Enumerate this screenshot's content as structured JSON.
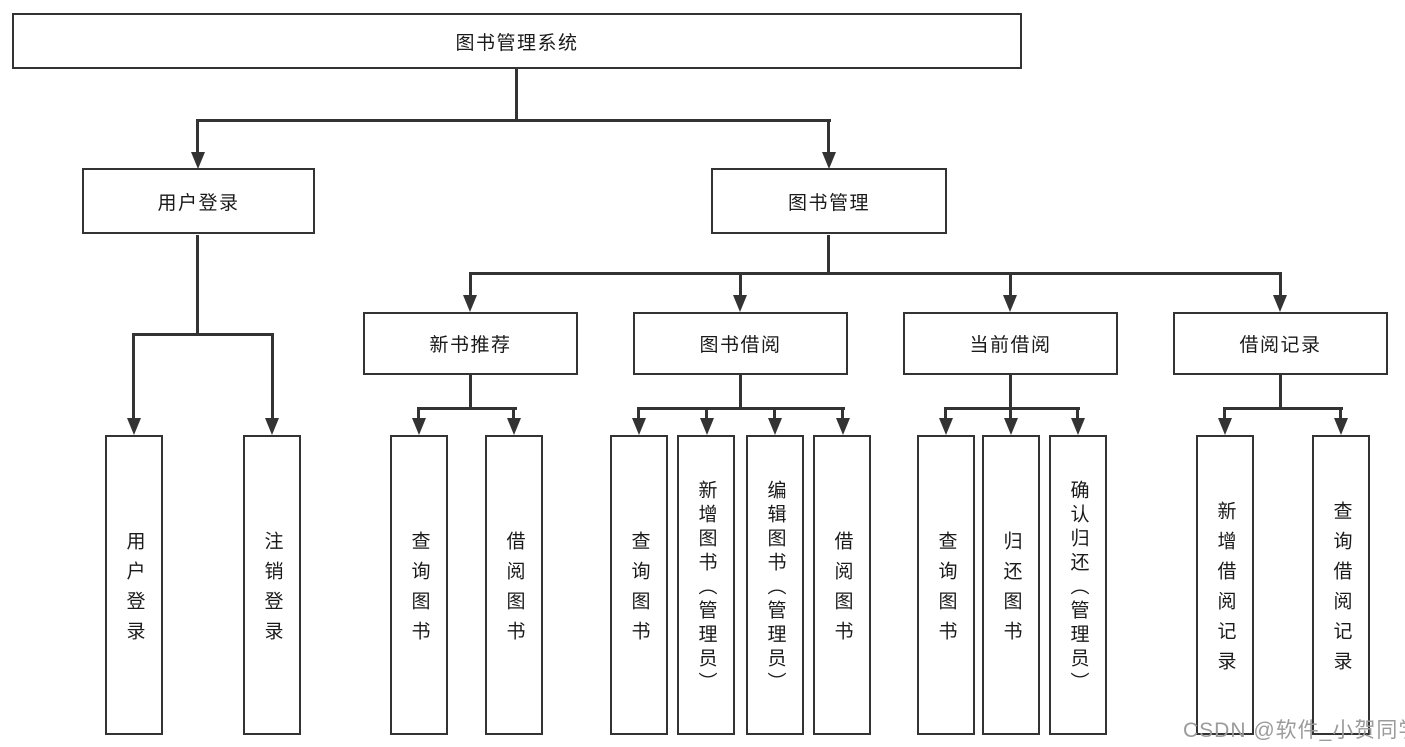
{
  "diagram": {
    "root": {
      "label": "图书管理系统"
    },
    "branches": [
      {
        "label": "用户登录",
        "children": [
          {
            "label": "用户登录"
          },
          {
            "label": "注销登录"
          }
        ]
      },
      {
        "label": "图书管理",
        "children": [
          {
            "label": "新书推荐",
            "children": [
              {
                "label": "查询图书"
              },
              {
                "label": "借阅图书"
              }
            ]
          },
          {
            "label": "图书借阅",
            "children": [
              {
                "label": "查询图书"
              },
              {
                "label": "新增图书（管理员）"
              },
              {
                "label": "编辑图书（管理员）"
              },
              {
                "label": "借阅图书"
              }
            ]
          },
          {
            "label": "当前借阅",
            "children": [
              {
                "label": "查询图书"
              },
              {
                "label": "归还图书"
              },
              {
                "label": "确认归还（管理员）"
              }
            ]
          },
          {
            "label": "借阅记录",
            "children": [
              {
                "label": "新增借阅记录"
              },
              {
                "label": "查询借阅记录"
              }
            ]
          }
        ]
      }
    ]
  },
  "watermark": {
    "text": "CSDN @软件_小贺同学"
  },
  "colors": {
    "line": "#333333",
    "box_border": "#333333",
    "text": "#1a1a1a",
    "watermark": "#9b9b9b",
    "background": "#ffffff"
  }
}
